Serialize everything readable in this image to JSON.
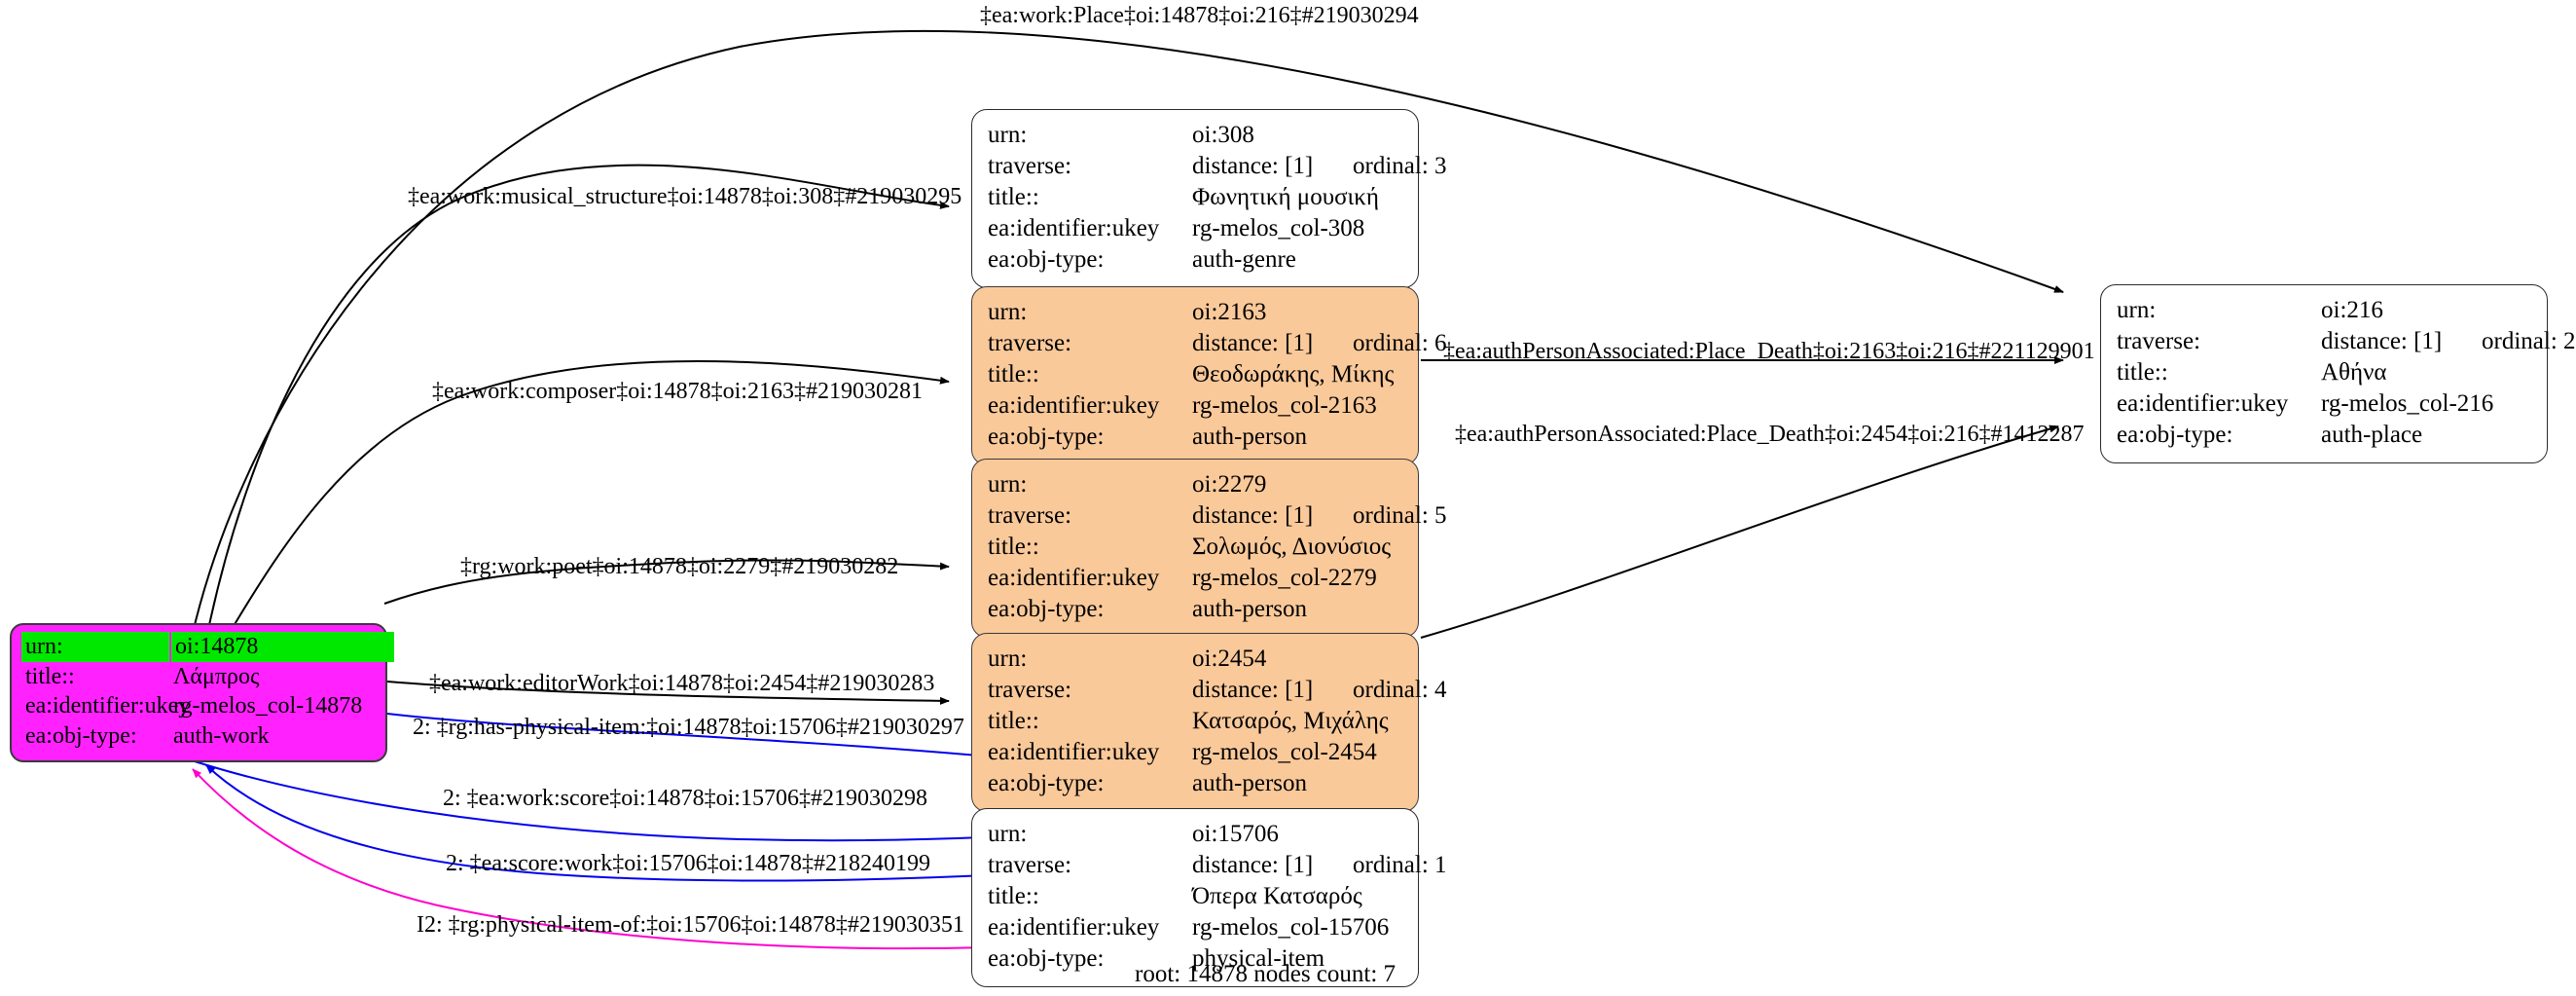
{
  "graph": {
    "footer": "root: 14878 nodes count: 7",
    "field_labels": {
      "urn": "urn:",
      "traverse": "traverse:",
      "title": "title::",
      "ukey": "ea:identifier:ukey",
      "objtype": "ea:obj-type:"
    },
    "colors": {
      "root_fill": "#ff22ff",
      "root_highlight": "#00e800",
      "person_fill": "#fac99a",
      "plain_fill": "#ffffff",
      "edge_black": "#000000",
      "edge_blue": "#0000ee",
      "edge_magenta": "#ff00cc"
    },
    "nodes": [
      {
        "id": "n14878",
        "style": "magenta",
        "urn_label": "urn:",
        "urn": "oi:14878",
        "traverse_label": null,
        "distance": null,
        "ordinal": null,
        "title_label": "title::",
        "title": "Λάμπρος",
        "ukey_label": "ea:identifier:ukey",
        "ukey": "rg-melos_col-14878",
        "objtype_label": "ea:obj-type:",
        "objtype": "auth-work"
      },
      {
        "id": "n308",
        "style": "plain",
        "urn_label": "urn:",
        "urn": "oi:308",
        "traverse_label": "traverse:",
        "distance": "distance: [1]",
        "ordinal": "ordinal: 3",
        "title_label": "title::",
        "title": "Φωνητική μουσική",
        "ukey_label": "ea:identifier:ukey",
        "ukey": "rg-melos_col-308",
        "objtype_label": "ea:obj-type:",
        "objtype": "auth-genre"
      },
      {
        "id": "n2163",
        "style": "orange",
        "urn_label": "urn:",
        "urn": "oi:2163",
        "traverse_label": "traverse:",
        "distance": "distance: [1]",
        "ordinal": "ordinal: 6",
        "title_label": "title::",
        "title": "Θεοδωράκης, Μίκης",
        "ukey_label": "ea:identifier:ukey",
        "ukey": "rg-melos_col-2163",
        "objtype_label": "ea:obj-type:",
        "objtype": "auth-person"
      },
      {
        "id": "n2279",
        "style": "orange",
        "urn_label": "urn:",
        "urn": "oi:2279",
        "traverse_label": "traverse:",
        "distance": "distance: [1]",
        "ordinal": "ordinal: 5",
        "title_label": "title::",
        "title": "Σολωμός, Διονύσιος",
        "ukey_label": "ea:identifier:ukey",
        "ukey": "rg-melos_col-2279",
        "objtype_label": "ea:obj-type:",
        "objtype": "auth-person"
      },
      {
        "id": "n2454",
        "style": "orange",
        "urn_label": "urn:",
        "urn": "oi:2454",
        "traverse_label": "traverse:",
        "distance": "distance: [1]",
        "ordinal": "ordinal: 4",
        "title_label": "title::",
        "title": "Κατσαρός, Μιχάλης",
        "ukey_label": "ea:identifier:ukey",
        "ukey": "rg-melos_col-2454",
        "objtype_label": "ea:obj-type:",
        "objtype": "auth-person"
      },
      {
        "id": "n15706",
        "style": "plain",
        "urn_label": "urn:",
        "urn": "oi:15706",
        "traverse_label": "traverse:",
        "distance": "distance: [1]",
        "ordinal": "ordinal: 1",
        "title_label": "title::",
        "title": "Όπερα Κατσαρός",
        "ukey_label": "ea:identifier:ukey",
        "ukey": "rg-melos_col-15706",
        "objtype_label": "ea:obj-type:",
        "objtype": "physical-item"
      },
      {
        "id": "n216",
        "style": "plain",
        "urn_label": "urn:",
        "urn": "oi:216",
        "traverse_label": "traverse:",
        "distance": "distance: [1]",
        "ordinal": "ordinal: 2",
        "title_label": "title::",
        "title": "Αθήνα",
        "ukey_label": "ea:identifier:ukey",
        "ukey": "rg-melos_col-216",
        "objtype_label": "ea:obj-type:",
        "objtype": "auth-place"
      }
    ],
    "edges": [
      {
        "id": "e1",
        "label": "‡ea:work:Place‡oi:14878‡oi:216‡#219030294",
        "color": "#000000",
        "from": "n14878",
        "to": "n216"
      },
      {
        "id": "e2",
        "label": "‡ea:work:musical_structure‡oi:14878‡oi:308‡#219030295",
        "color": "#000000",
        "from": "n14878",
        "to": "n308"
      },
      {
        "id": "e3",
        "label": "‡ea:work:composer‡oi:14878‡oi:2163‡#219030281",
        "color": "#000000",
        "from": "n14878",
        "to": "n2163"
      },
      {
        "id": "e4",
        "label": "‡rg:work:poet‡oi:14878‡oi:2279‡#219030282",
        "color": "#000000",
        "from": "n14878",
        "to": "n2279"
      },
      {
        "id": "e5",
        "label": "‡ea:work:editorWork‡oi:14878‡oi:2454‡#219030283",
        "color": "#000000",
        "from": "n14878",
        "to": "n2454"
      },
      {
        "id": "e6",
        "label": "2: ‡rg:has-physical-item:‡oi:14878‡oi:15706‡#219030297",
        "color": "#0000ee",
        "from": "n14878",
        "to": "n15706"
      },
      {
        "id": "e7",
        "label": "2: ‡ea:work:score‡oi:14878‡oi:15706‡#219030298",
        "color": "#0000ee",
        "from": "n14878",
        "to": "n15706"
      },
      {
        "id": "e8",
        "label": "2: ‡ea:score:work‡oi:15706‡oi:14878‡#218240199",
        "color": "#0000ee",
        "from": "n15706",
        "to": "n14878"
      },
      {
        "id": "e9",
        "label": "I2: ‡rg:physical-item-of:‡oi:15706‡oi:14878‡#219030351",
        "color": "#ff00cc",
        "from": "n15706",
        "to": "n14878"
      },
      {
        "id": "e10",
        "label": "‡ea:authPersonAssociated:Place_Death‡oi:2163‡oi:216‡#221129901",
        "color": "#000000",
        "from": "n2163",
        "to": "n216"
      },
      {
        "id": "e11",
        "label": "‡ea:authPersonAssociated:Place_Death‡oi:2454‡oi:216‡#1412287",
        "color": "#000000",
        "from": "n2454",
        "to": "n216"
      }
    ]
  }
}
